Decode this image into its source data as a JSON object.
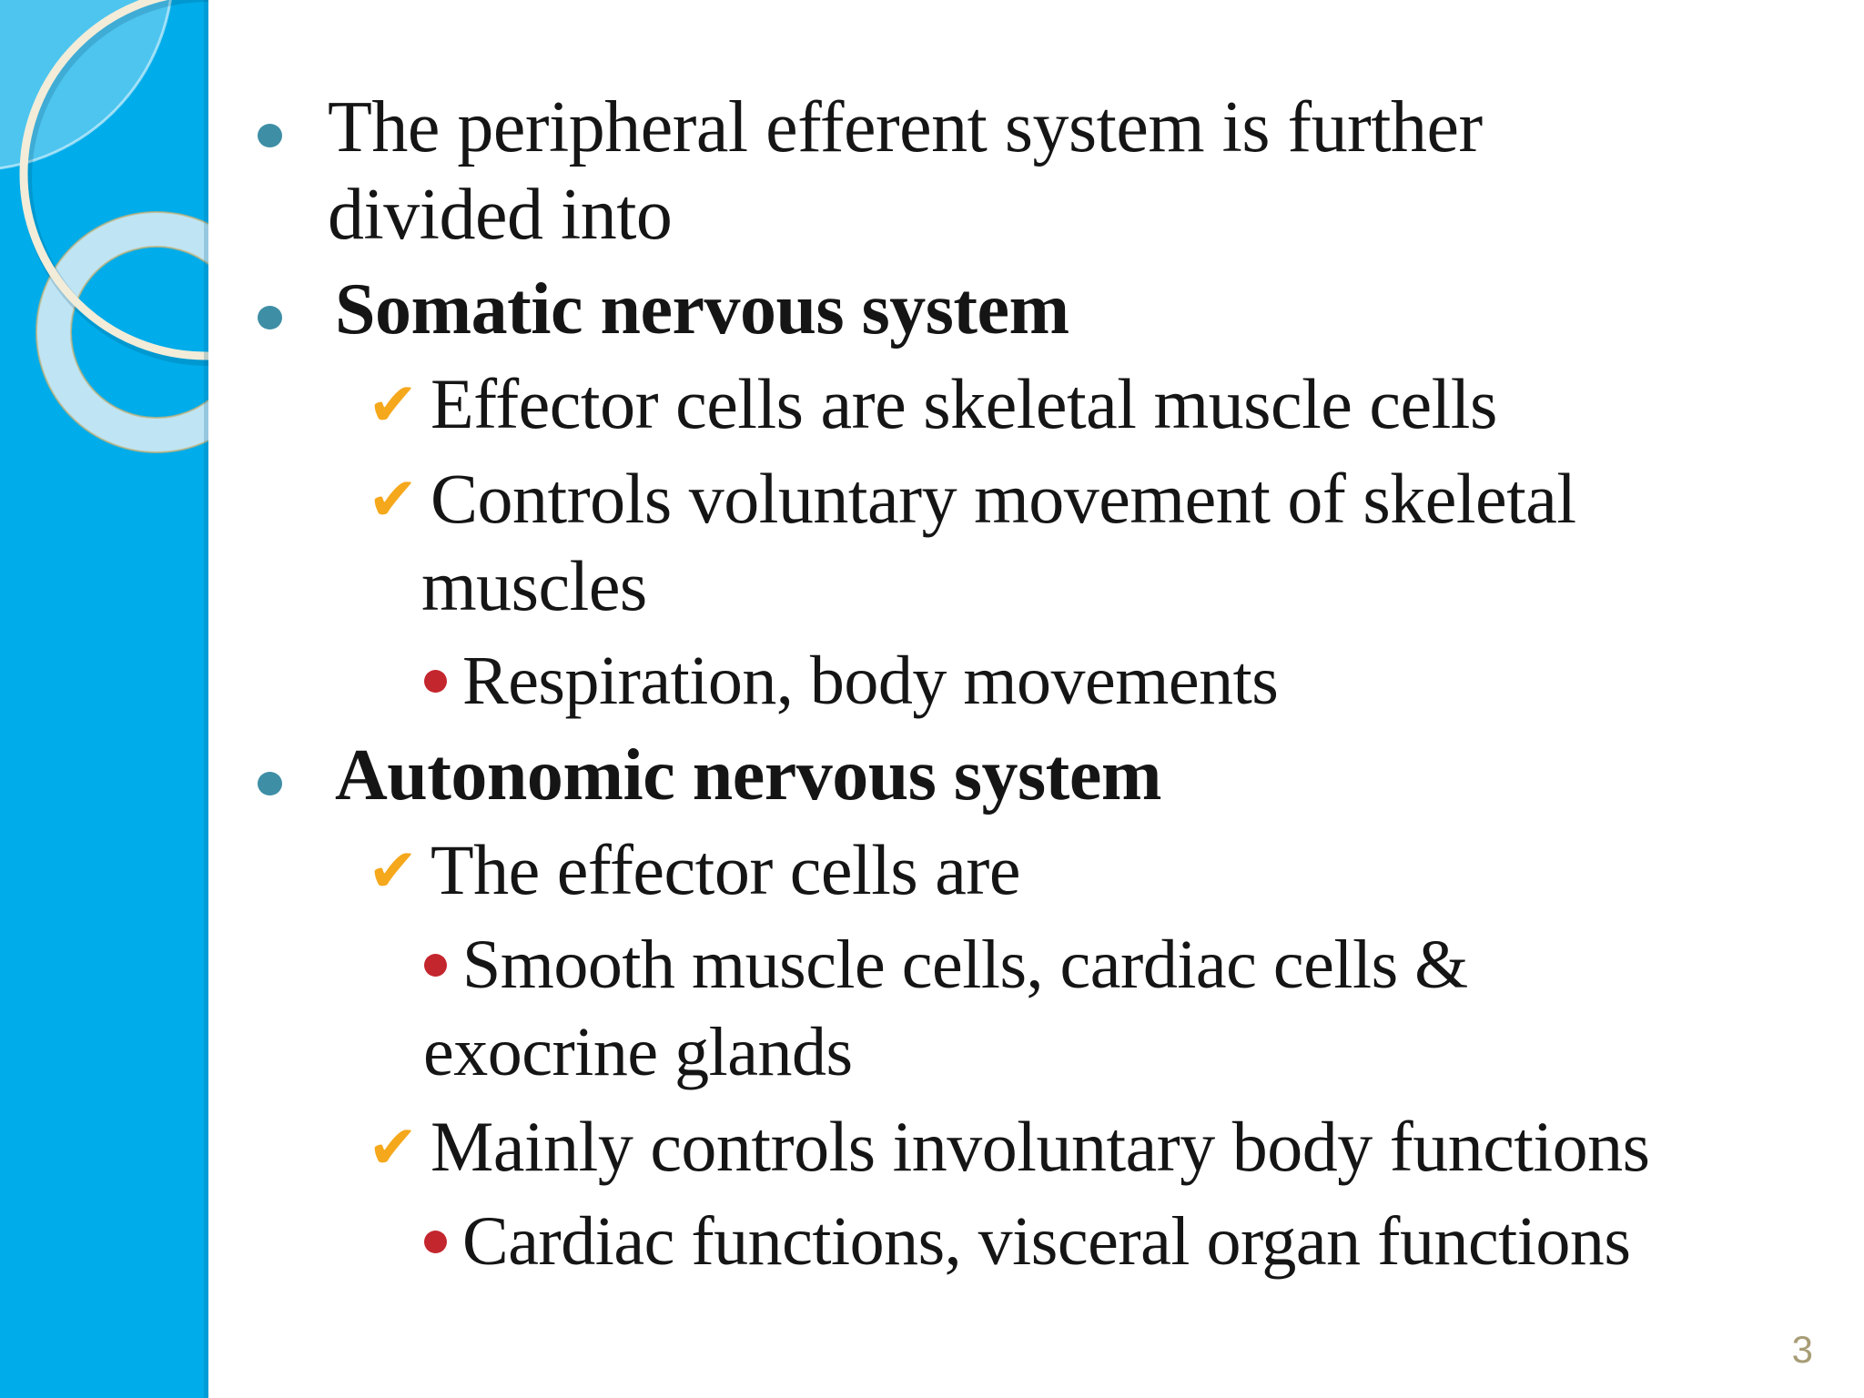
{
  "slide": {
    "page_number": "3",
    "colors": {
      "sidebar_blue": "#00ACE9",
      "sidebar_light_circle": "#55C3EE",
      "ring_cream": "#F2ECD8",
      "ring_light": "#E9F1F7",
      "ring_gold_edge": "#C4B278",
      "bullet_teal": "#3E8EA5",
      "check_gold": "#F5A81C",
      "sub_bullet_red": "#C4262E",
      "text_black": "#151515",
      "page_number_tan": "#A79D76"
    },
    "icons": {
      "check_glyph": "✔"
    },
    "bullets": [
      {
        "level": 1,
        "marker": "teal-dot",
        "bold": false,
        "lines": [
          "The peripheral efferent system is further",
          "divided into"
        ]
      },
      {
        "level": 1,
        "marker": "teal-dot",
        "bold": true,
        "lines": [
          "Somatic nervous system"
        ]
      },
      {
        "level": 2,
        "marker": "gold-check",
        "bold": false,
        "lines": [
          "Effector cells are skeletal muscle cells"
        ]
      },
      {
        "level": 2,
        "marker": "gold-check",
        "bold": false,
        "lines": [
          "Controls voluntary movement of skeletal",
          "muscles"
        ]
      },
      {
        "level": 3,
        "marker": "red-dot",
        "bold": false,
        "lines": [
          "Respiration, body movements"
        ]
      },
      {
        "level": 1,
        "marker": "teal-dot",
        "bold": true,
        "lines": [
          "Autonomic nervous system"
        ]
      },
      {
        "level": 2,
        "marker": "gold-check",
        "bold": false,
        "lines": [
          "The effector cells are"
        ]
      },
      {
        "level": 3,
        "marker": "red-dot",
        "bold": false,
        "lines": [
          "Smooth muscle cells, cardiac cells &",
          "exocrine glands"
        ]
      },
      {
        "level": 2,
        "marker": "gold-check",
        "bold": false,
        "lines": [
          "Mainly controls involuntary body functions"
        ]
      },
      {
        "level": 3,
        "marker": "red-dot",
        "bold": false,
        "lines": [
          "Cardiac functions, visceral organ functions"
        ]
      }
    ]
  }
}
